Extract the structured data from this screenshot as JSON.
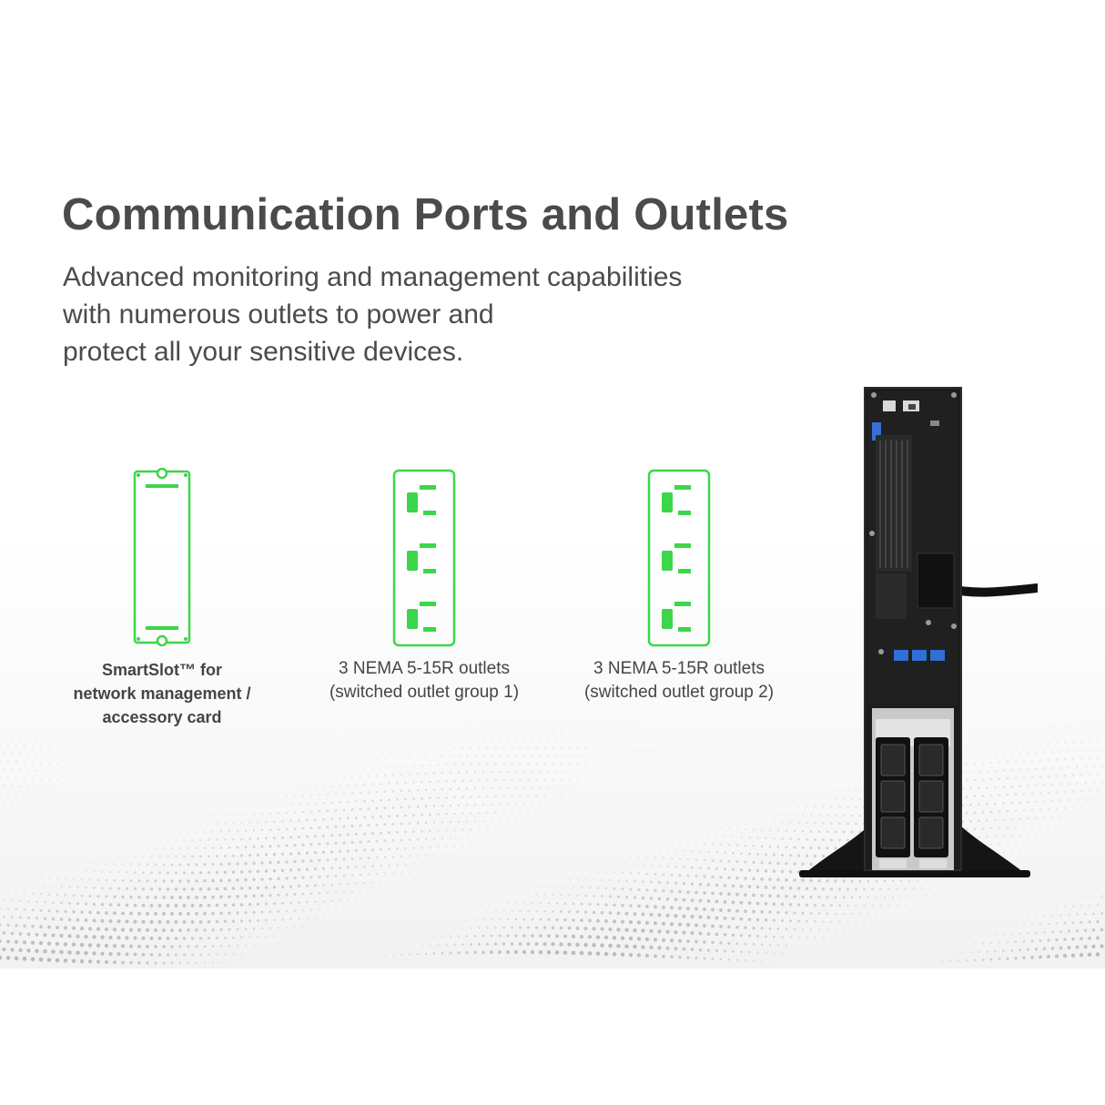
{
  "headline": "Communication Ports and Outlets",
  "subtitle_lines": [
    "Advanced monitoring and management capabilities",
    "with numerous outlets to power and",
    "protect all your sensitive devices."
  ],
  "features": [
    {
      "icon": "smartslot-card-icon",
      "caption_lines": [
        "SmartSlot™ for",
        "network management /",
        "accessory card"
      ]
    },
    {
      "icon": "nema-outlet-strip-icon",
      "caption_lines": [
        "3 NEMA 5-15R outlets",
        "(switched outlet group 1)"
      ]
    },
    {
      "icon": "nema-outlet-strip-icon",
      "caption_lines": [
        "3 NEMA 5-15R outlets",
        "(switched outlet group 2)"
      ]
    }
  ],
  "colors": {
    "accent_green": "#3cd64a",
    "heading_gray": "#4b4b4d",
    "device_black": "#1c1c1c"
  }
}
